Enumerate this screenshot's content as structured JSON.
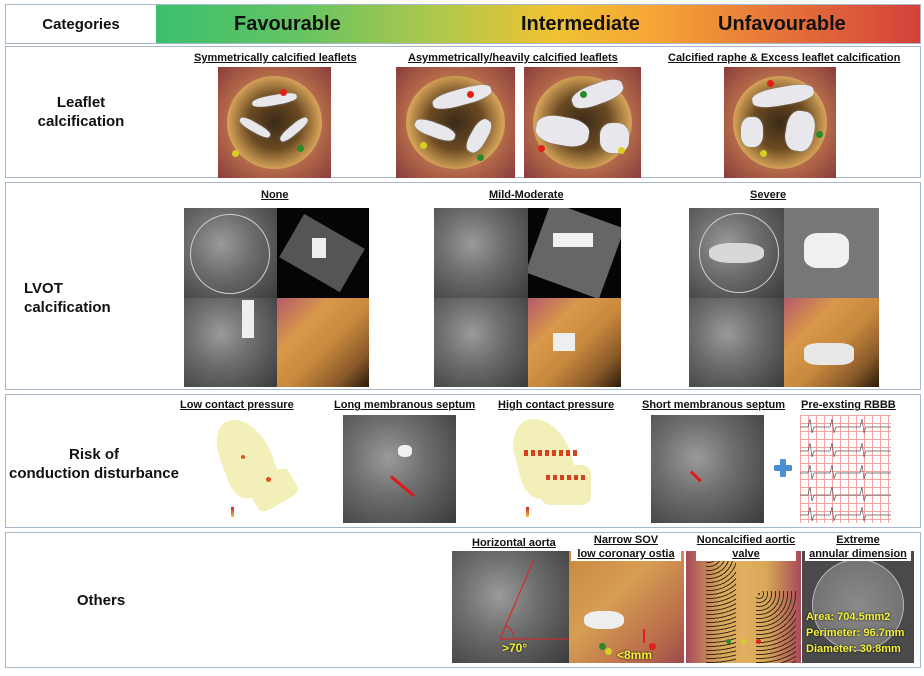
{
  "header": {
    "categories_label": "Categories",
    "favourable_label": "Favourable",
    "intermediate_label": "Intermediate",
    "unfavourable_label": "Unfavourable",
    "gradient_colors": [
      "#3cc06e",
      "#f0c232",
      "#d3403a"
    ]
  },
  "rows": {
    "leaflet": {
      "label_line1": "Leaflet",
      "label_line2": "calcification",
      "items": [
        {
          "caption": "Symmetrically calcified leaflets",
          "category": "Favourable"
        },
        {
          "caption": "Asymmetrically/heavily calcified leaflets",
          "category": "Intermediate"
        },
        {
          "caption": "Calcified raphe & Excess leaflet calcification",
          "category": "Unfavourable"
        }
      ]
    },
    "lvot": {
      "label": "LVOT calcification",
      "items": [
        {
          "caption": "None",
          "category": "Favourable"
        },
        {
          "caption": "Mild-Moderate",
          "category": "Intermediate"
        },
        {
          "caption": "Severe",
          "category": "Unfavourable"
        }
      ]
    },
    "conduction": {
      "label_line1": "Risk of",
      "label_line2": "conduction disturbance",
      "items": [
        {
          "caption": "Low contact pressure"
        },
        {
          "caption": "Long membranous septum"
        },
        {
          "caption": "High contact pressure"
        },
        {
          "caption": "Short membranous septum"
        },
        {
          "caption": "Pre-exsting RBBB"
        }
      ],
      "plus_icon": "plus-icon"
    },
    "others": {
      "label": "Others",
      "items": [
        {
          "caption": "Horizontal aorta",
          "annotation": ">70°"
        },
        {
          "caption_line1": "Narrow SOV",
          "caption_line2": "low coronary ostia",
          "annotation": "<8mm"
        },
        {
          "caption_line1": "Noncalcified aortic",
          "caption_line2": "valve"
        },
        {
          "caption_line1": "Extreme",
          "caption_line2": "annular dimension",
          "measurements": {
            "area": "Area: 704.5mm2",
            "perimeter": "Perimeter: 96.7mm",
            "diameter": "Diameter: 30.8mm"
          }
        }
      ]
    }
  }
}
